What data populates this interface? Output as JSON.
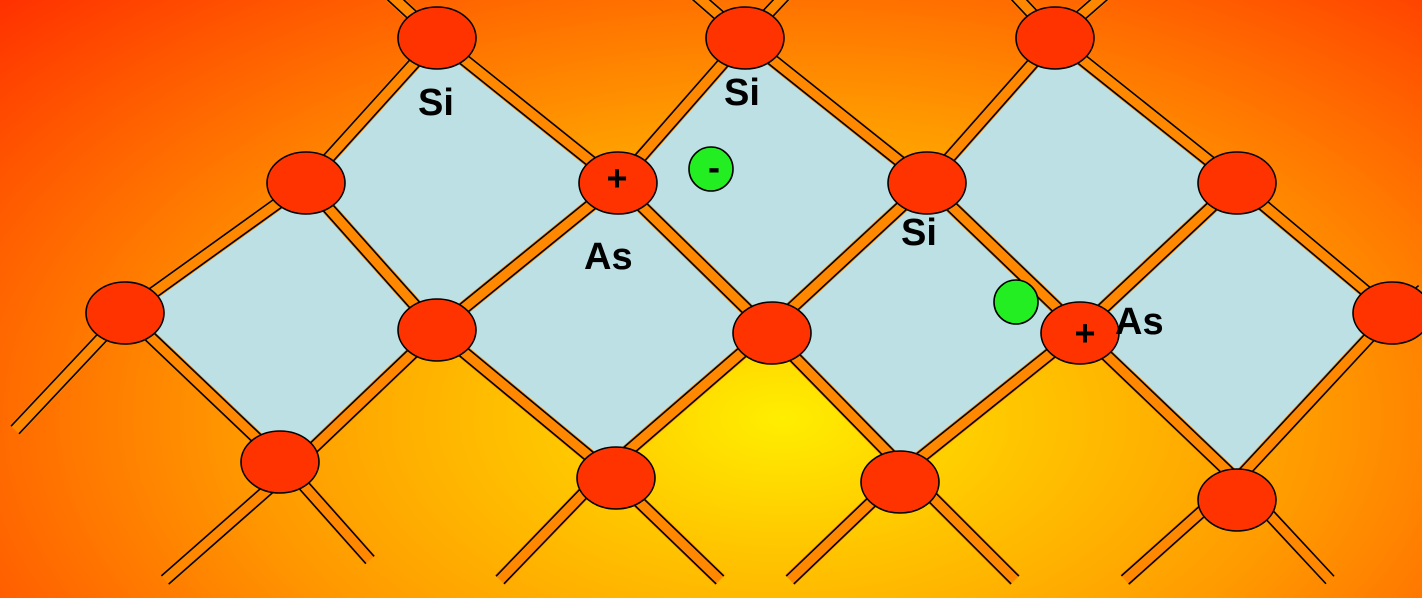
{
  "colors": {
    "cell_fill": "#bce0e3",
    "atom_fill": "#ff3300",
    "electron_fill": "#22ee22",
    "bond_line": "#000000",
    "bond_band": "#ff8800"
  },
  "labels": {
    "si_1": "Si",
    "si_2": "Si",
    "si_3": "Si",
    "as_1": "As",
    "as_2": "As"
  },
  "signs": {
    "ion_plus_1": "+",
    "ion_plus_2": "+",
    "electron_minus": "-"
  }
}
